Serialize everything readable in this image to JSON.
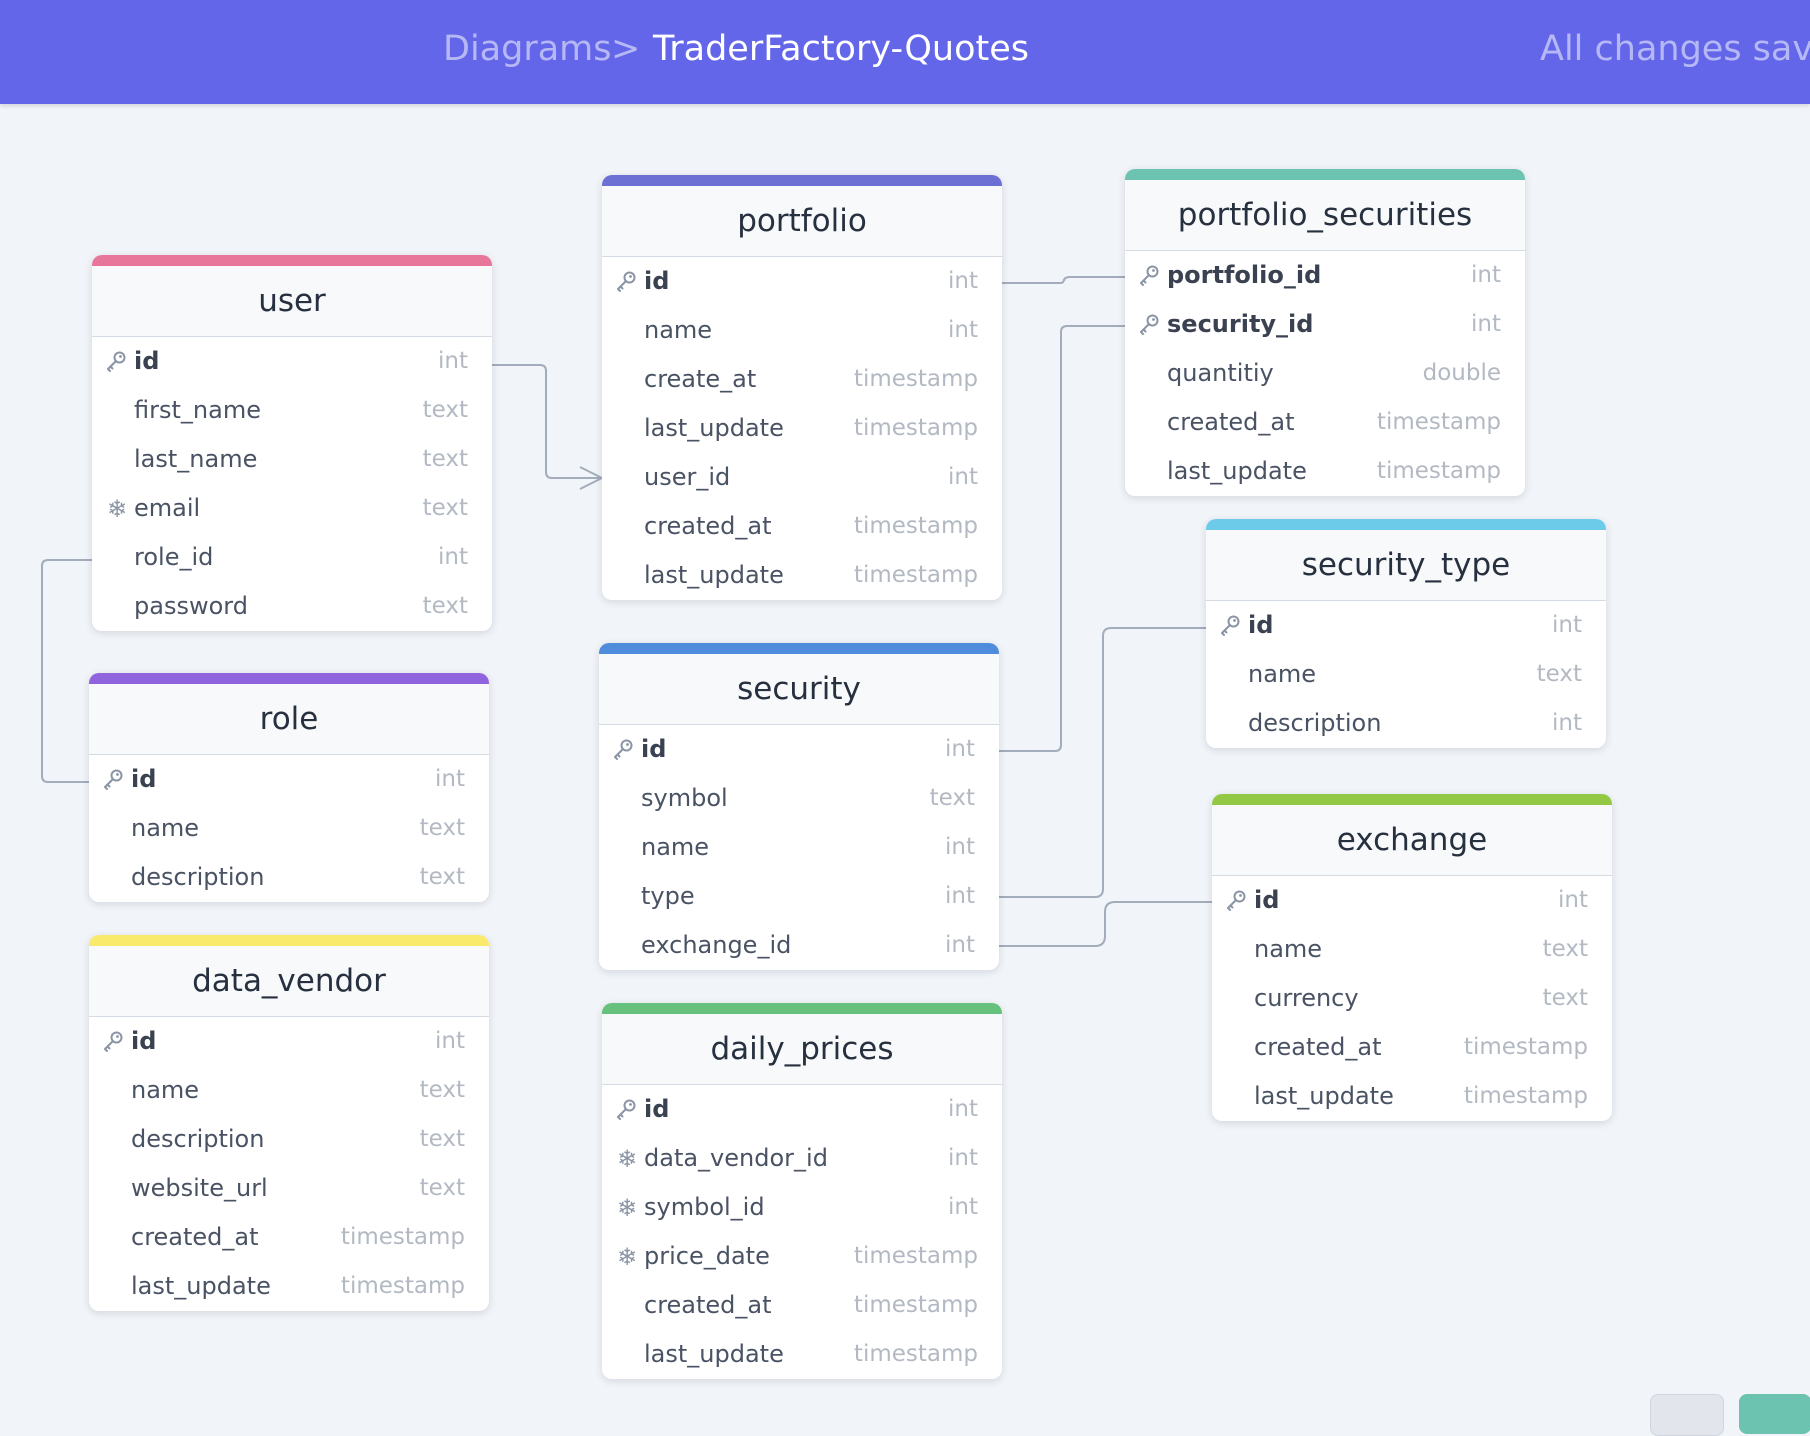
{
  "header": {
    "breadcrumb_parent": "Diagrams",
    "breadcrumb_separator": ">",
    "title": "TraderFactory-Quotes",
    "save_status": "All changes saved"
  },
  "tables": [
    {
      "key": "user",
      "name": "user",
      "accent": "#e8759a",
      "fields": [
        {
          "name": "id",
          "type": "int",
          "icon": "key-icon",
          "pk": true
        },
        {
          "name": "first_name",
          "type": "text",
          "icon": "",
          "pk": false
        },
        {
          "name": "last_name",
          "type": "text",
          "icon": "",
          "pk": false
        },
        {
          "name": "email",
          "type": "text",
          "icon": "snowflake-icon",
          "pk": false
        },
        {
          "name": "role_id",
          "type": "int",
          "icon": "",
          "pk": false
        },
        {
          "name": "password",
          "type": "text",
          "icon": "",
          "pk": false
        }
      ]
    },
    {
      "key": "role",
      "name": "role",
      "accent": "#9064dc",
      "fields": [
        {
          "name": "id",
          "type": "int",
          "icon": "key-icon",
          "pk": true
        },
        {
          "name": "name",
          "type": "text",
          "icon": "",
          "pk": false
        },
        {
          "name": "description",
          "type": "text",
          "icon": "",
          "pk": false
        }
      ]
    },
    {
      "key": "data_vendor",
      "name": "data_vendor",
      "accent": "#f9ea6b",
      "fields": [
        {
          "name": "id",
          "type": "int",
          "icon": "key-icon",
          "pk": true
        },
        {
          "name": "name",
          "type": "text",
          "icon": "",
          "pk": false
        },
        {
          "name": "description",
          "type": "text",
          "icon": "",
          "pk": false
        },
        {
          "name": "website_url",
          "type": "text",
          "icon": "",
          "pk": false
        },
        {
          "name": "created_at",
          "type": "timestamp",
          "icon": "",
          "pk": false
        },
        {
          "name": "last_update",
          "type": "timestamp",
          "icon": "",
          "pk": false
        }
      ]
    },
    {
      "key": "portfolio",
      "name": "portfolio",
      "accent": "#6c6fd4",
      "fields": [
        {
          "name": "id",
          "type": "int",
          "icon": "key-icon",
          "pk": true
        },
        {
          "name": "name",
          "type": "int",
          "icon": "",
          "pk": false
        },
        {
          "name": "create_at",
          "type": "timestamp",
          "icon": "",
          "pk": false
        },
        {
          "name": "last_update",
          "type": "timestamp",
          "icon": "",
          "pk": false
        },
        {
          "name": "user_id",
          "type": "int",
          "icon": "",
          "pk": false
        },
        {
          "name": "created_at",
          "type": "timestamp",
          "icon": "",
          "pk": false
        },
        {
          "name": "last_update",
          "type": "timestamp",
          "icon": "",
          "pk": false
        }
      ]
    },
    {
      "key": "security",
      "name": "security",
      "accent": "#4f8cdc",
      "fields": [
        {
          "name": "id",
          "type": "int",
          "icon": "key-icon",
          "pk": true
        },
        {
          "name": "symbol",
          "type": "text",
          "icon": "",
          "pk": false
        },
        {
          "name": "name",
          "type": "int",
          "icon": "",
          "pk": false
        },
        {
          "name": "type",
          "type": "int",
          "icon": "",
          "pk": false
        },
        {
          "name": "exchange_id",
          "type": "int",
          "icon": "",
          "pk": false
        }
      ]
    },
    {
      "key": "daily_prices",
      "name": "daily_prices",
      "accent": "#66c17d",
      "fields": [
        {
          "name": "id",
          "type": "int",
          "icon": "key-icon",
          "pk": true
        },
        {
          "name": "data_vendor_id",
          "type": "int",
          "icon": "snowflake-icon",
          "pk": false
        },
        {
          "name": "symbol_id",
          "type": "int",
          "icon": "snowflake-icon",
          "pk": false
        },
        {
          "name": "price_date",
          "type": "timestamp",
          "icon": "snowflake-icon",
          "pk": false
        },
        {
          "name": "created_at",
          "type": "timestamp",
          "icon": "",
          "pk": false
        },
        {
          "name": "last_update",
          "type": "timestamp",
          "icon": "",
          "pk": false
        }
      ]
    },
    {
      "key": "portfolio_securities",
      "name": "portfolio_securities",
      "accent": "#6cc3af",
      "fields": [
        {
          "name": "portfolio_id",
          "type": "int",
          "icon": "key-icon",
          "pk": true
        },
        {
          "name": "security_id",
          "type": "int",
          "icon": "key-icon",
          "pk": true
        },
        {
          "name": "quantitiy",
          "type": "double",
          "icon": "",
          "pk": false
        },
        {
          "name": "created_at",
          "type": "timestamp",
          "icon": "",
          "pk": false
        },
        {
          "name": "last_update",
          "type": "timestamp",
          "icon": "",
          "pk": false
        }
      ]
    },
    {
      "key": "security_type",
      "name": "security_type",
      "accent": "#6bcbe9",
      "fields": [
        {
          "name": "id",
          "type": "int",
          "icon": "key-icon",
          "pk": true
        },
        {
          "name": "name",
          "type": "text",
          "icon": "",
          "pk": false
        },
        {
          "name": "description",
          "type": "int",
          "icon": "",
          "pk": false
        }
      ]
    },
    {
      "key": "exchange",
      "name": "exchange",
      "accent": "#93c844",
      "fields": [
        {
          "name": "id",
          "type": "int",
          "icon": "key-icon",
          "pk": true
        },
        {
          "name": "name",
          "type": "text",
          "icon": "",
          "pk": false
        },
        {
          "name": "currency",
          "type": "text",
          "icon": "",
          "pk": false
        },
        {
          "name": "created_at",
          "type": "timestamp",
          "icon": "",
          "pk": false
        },
        {
          "name": "last_update",
          "type": "timestamp",
          "icon": "",
          "pk": false
        }
      ]
    }
  ],
  "relationships": [
    {
      "from": "user.id",
      "to": "portfolio.user_id",
      "cardinality": "one-to-many"
    },
    {
      "from": "role.id",
      "to": "user.role_id",
      "cardinality": "one-to-one"
    },
    {
      "from": "portfolio.id",
      "to": "portfolio_securities.portfolio_id",
      "cardinality": "one-to-one"
    },
    {
      "from": "security.id",
      "to": "portfolio_securities.security_id",
      "cardinality": "one-to-one"
    },
    {
      "from": "security_type.id",
      "to": "security.type",
      "cardinality": "one-to-one"
    },
    {
      "from": "exchange.id",
      "to": "security.exchange_id",
      "cardinality": "one-to-one"
    }
  ],
  "colors": {
    "header_bg": "#6366e9",
    "canvas_bg": "#f1f4f8",
    "connector": "#a3acba",
    "bottom_button_accent": "#6cc3af"
  }
}
